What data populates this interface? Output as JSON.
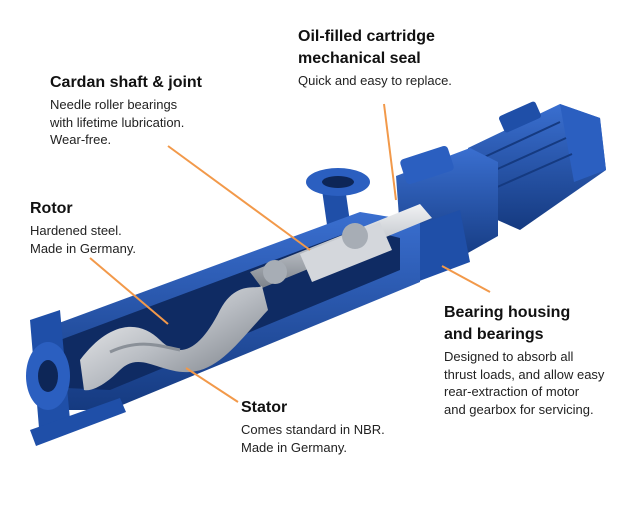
{
  "colors": {
    "body_blue": "#1f4fa8",
    "dark_blue": "#153a80",
    "light_blue": "#3a6fd0",
    "metal": "#c9cdd3",
    "leader_orange": "#f2994a"
  },
  "callouts": {
    "seal": {
      "title_line1": "Oil-filled cartridge",
      "title_line2": "mechanical seal",
      "desc_line1": "Quick and easy to replace."
    },
    "cardan": {
      "title_line1": "Cardan shaft & joint",
      "desc_line1": "Needle roller bearings",
      "desc_line2": "with lifetime lubrication.",
      "desc_line3": "Wear-free."
    },
    "rotor": {
      "title_line1": "Rotor",
      "desc_line1": "Hardened steel.",
      "desc_line2": "Made in Germany."
    },
    "bearing": {
      "title_line1": "Bearing housing",
      "title_line2": "and bearings",
      "desc_line1": "Designed to absorb all",
      "desc_line2": "thrust loads, and allow easy",
      "desc_line3": "rear-extraction of motor",
      "desc_line4": "and gearbox for servicing."
    },
    "stator": {
      "title_line1": "Stator",
      "desc_line1": "Comes standard in NBR.",
      "desc_line2": "Made in Germany."
    }
  }
}
